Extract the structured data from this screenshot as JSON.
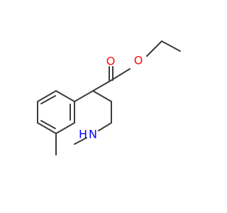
{
  "molecule": {
    "atoms": {
      "carbonyl_o": {
        "label": "O",
        "color": "#ff0d0d"
      },
      "ester_o": {
        "label": "O",
        "color": "#ff0d0d"
      },
      "amine_n": {
        "label": "N",
        "color": "#0000ff"
      },
      "amine_h": {
        "label": "H",
        "color": "#0000ff"
      }
    },
    "bond_color": "#3c3c3c"
  }
}
